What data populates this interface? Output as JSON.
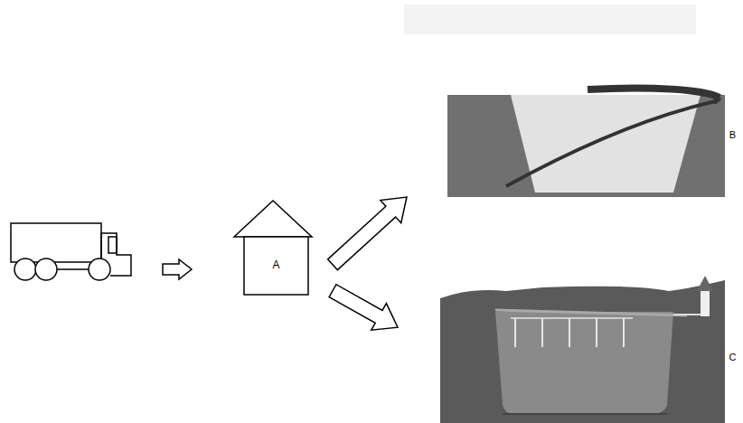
{
  "diagram": {
    "nodes": [
      {
        "text": [
          "A"
        ]
      },
      {
        "text": [
          "B"
        ]
      },
      {
        "text": [
          "C"
        ]
      }
    ],
    "edges": [
      {
        "from": 0,
        "to": 1,
        "arrow": "to"
      },
      {
        "from": 0,
        "to": 2,
        "arrow": "to"
      }
    ]
  }
}
